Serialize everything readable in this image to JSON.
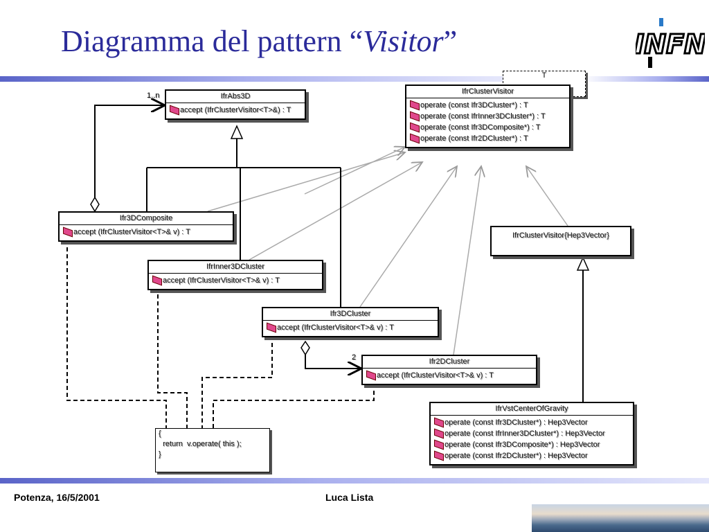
{
  "slide": {
    "title_main": "Diagramma del pattern “",
    "title_italic": "Visitor",
    "title_end": "”",
    "logo_text": "INFN",
    "footer_left": "Potenza, 16/5/2001",
    "footer_center": "Luca Lista"
  },
  "diagram": {
    "template_param": "T",
    "classes": {
      "abs3d": {
        "name": "IfrAbs3D",
        "ops": [
          "accept (IfrClusterVisitor<T>&) : T"
        ]
      },
      "visitor": {
        "name": "IfrClusterVisitor",
        "ops": [
          "operate (const  Ifr3DCluster*) : T",
          "operate (const IfrInner3DCluster*) : T",
          "operate (const Ifr3DComposite*) : T",
          "operate (const Ifr2DCluster*) : T"
        ]
      },
      "composite": {
        "name": "Ifr3DComposite",
        "ops": [
          "accept (IfrClusterVisitor<T>& v) : T"
        ]
      },
      "inner": {
        "name": "IfrInner3DCluster",
        "ops": [
          "accept (IfrClusterVisitor<T>& v) : T"
        ]
      },
      "cluster3d": {
        "name": "Ifr3DCluster",
        "ops": [
          "accept (IfrClusterVisitor<T>& v) : T"
        ]
      },
      "cluster2d": {
        "name": "Ifr2DCluster",
        "ops": [
          "accept (IfrClusterVisitor<T>& v) : T"
        ]
      },
      "hep3": {
        "name": "IfrClusterVisitor{Hep3Vector}",
        "ops": []
      },
      "cog": {
        "name": "IfrVstCenterOfGravity",
        "ops": [
          "operate (const  Ifr3DCluster*) : Hep3Vector",
          "operate (const IfrInner3DCluster*) : Hep3Vector",
          "operate (const Ifr3DComposite*) : Hep3Vector",
          "operate (const Ifr2DCluster*) : Hep3Vector"
        ]
      }
    },
    "multiplicity_1n": "1..n",
    "multiplicity_2": "2",
    "note_lines": [
      "{",
      "  return  v.operate( this );",
      "}"
    ]
  }
}
